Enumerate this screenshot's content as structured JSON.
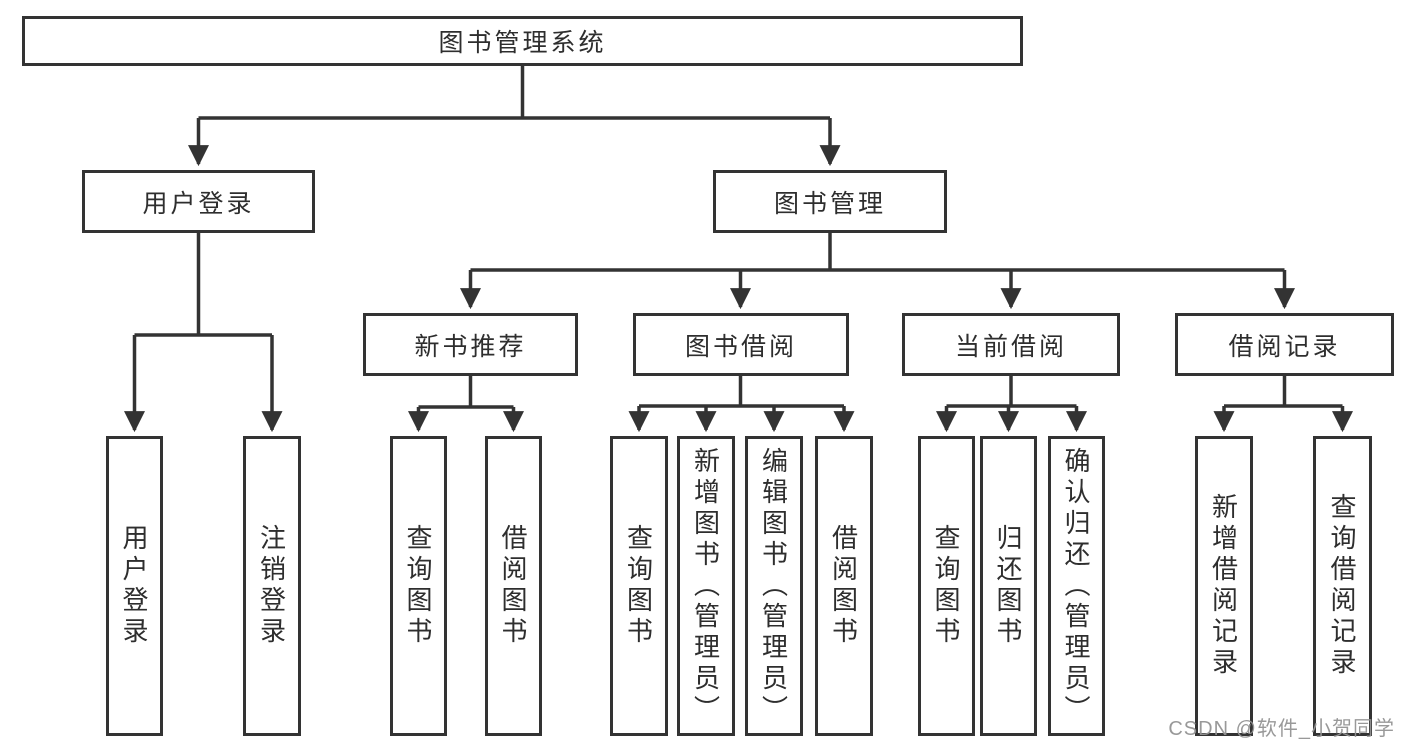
{
  "diagram": {
    "title": "图书管理系统",
    "level2": {
      "user_login": "用户登录",
      "book_management": "图书管理"
    },
    "level3": {
      "new_book_recommend": "新书推荐",
      "book_borrowing": "图书借阅",
      "current_borrowing": "当前借阅",
      "borrowing_records": "借阅记录"
    },
    "leaves": {
      "user_login": "用户登录",
      "logout": "注销登录",
      "query_books_recommend": "查询图书",
      "borrow_books_recommend": "借阅图书",
      "query_books_borrowing": "查询图书",
      "add_books_admin": "新增图书（管理员）",
      "edit_books_admin": "编辑图书（管理员）",
      "borrow_books_borrowing": "借阅图书",
      "query_books_current": "查询图书",
      "return_books": "归还图书",
      "confirm_return_admin": "确认归还（管理员）",
      "add_borrow_record": "新增借阅记录",
      "query_borrow_record": "查询借阅记录"
    },
    "colors": {
      "border": "#333333",
      "line": "#333333",
      "text": "#2e2e2e",
      "background": "#ffffff",
      "watermark": "#949494"
    }
  },
  "watermark": "CSDN @软件_小贺同学"
}
